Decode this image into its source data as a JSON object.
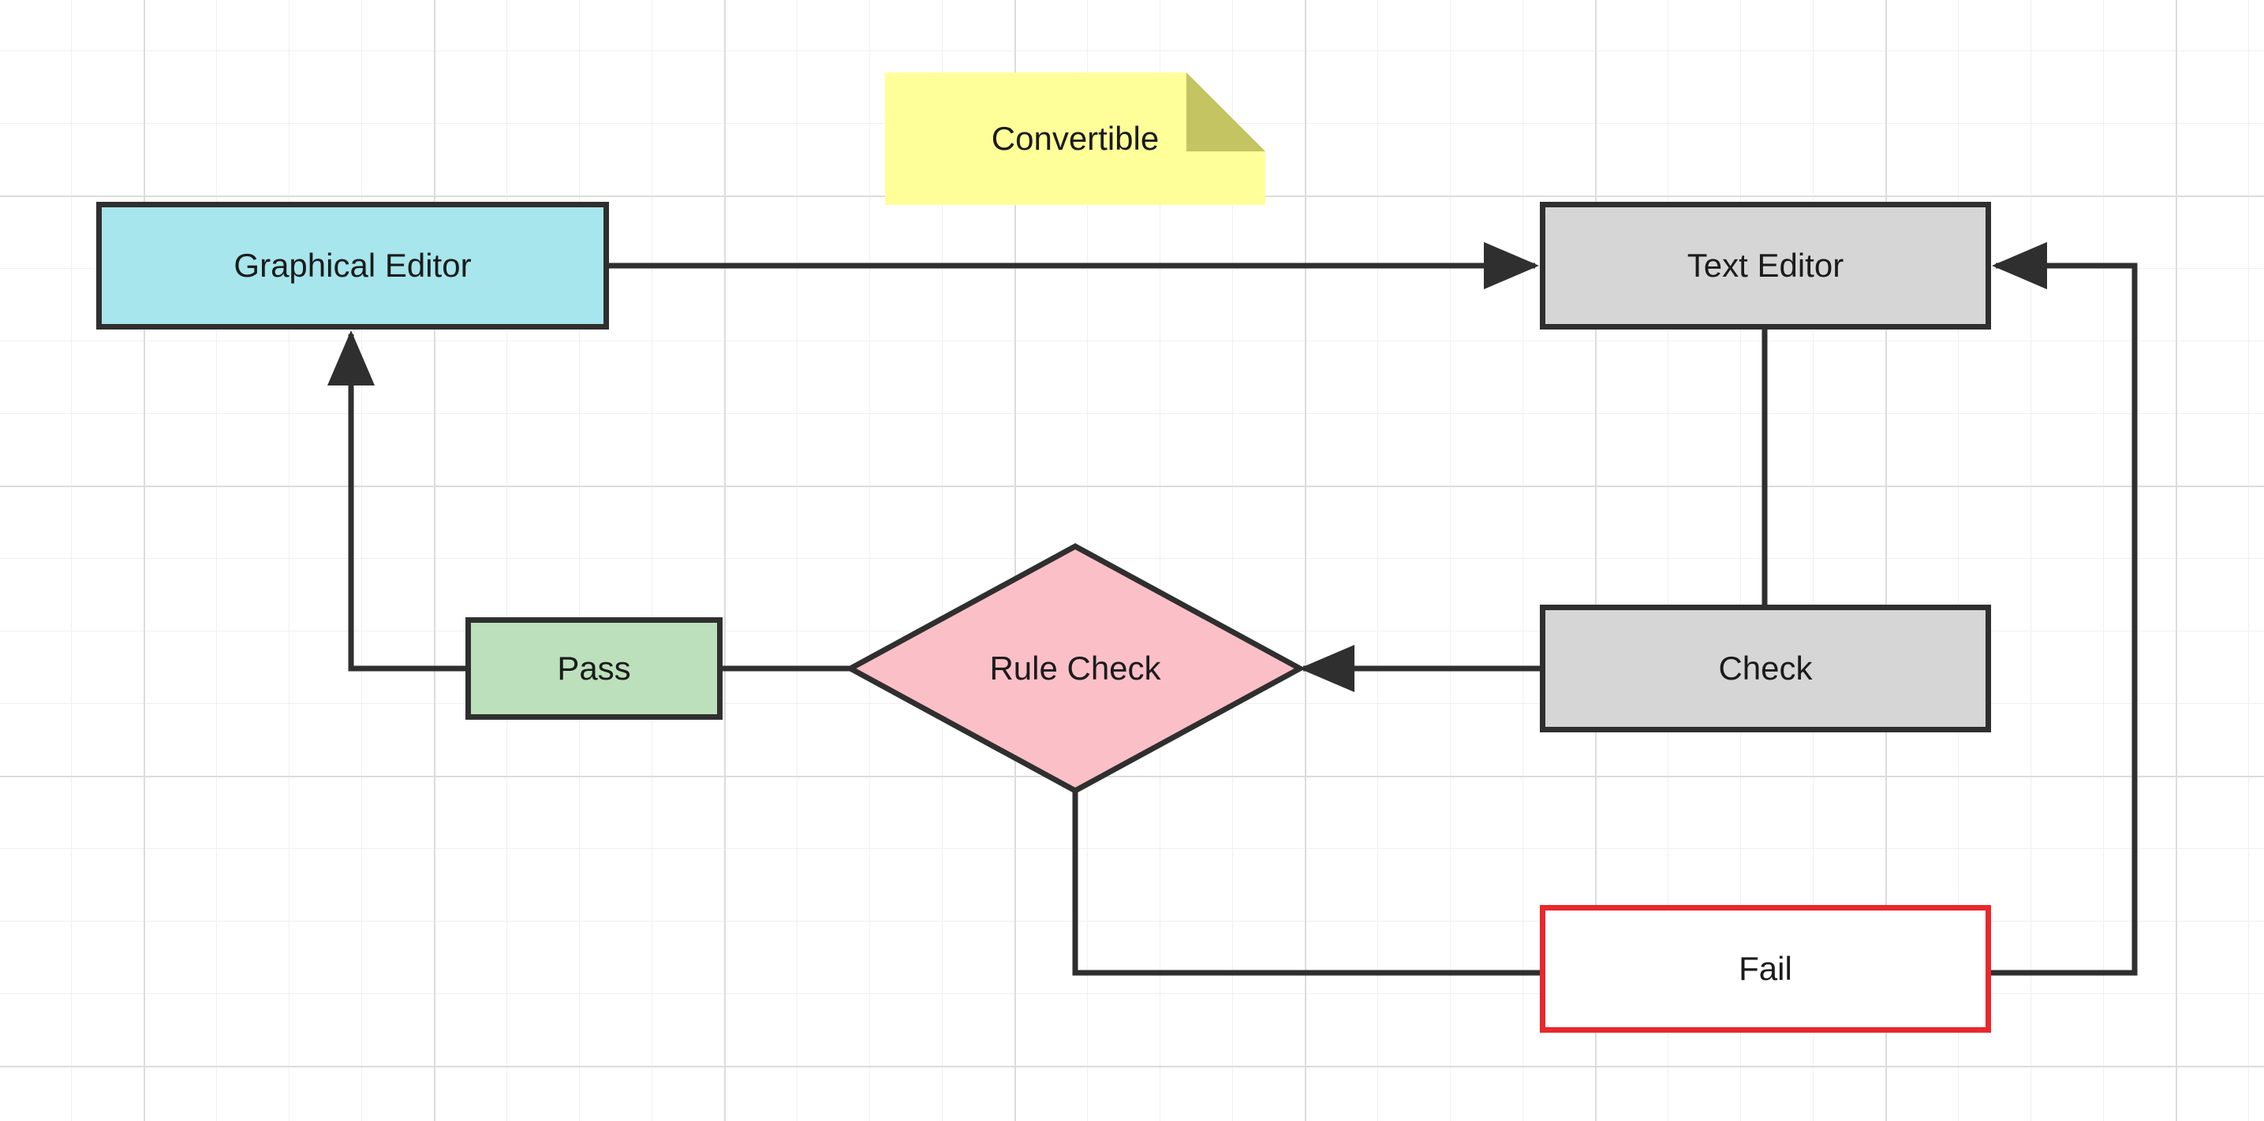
{
  "diagram": {
    "nodes": {
      "graphical_editor": {
        "label": "Graphical Editor",
        "color": "#a6e6ec"
      },
      "text_editor": {
        "label": "Text Editor",
        "color": "#d6d6d6"
      },
      "check": {
        "label": "Check",
        "color": "#d6d6d6"
      },
      "pass": {
        "label": "Pass",
        "color": "#bce0bc"
      },
      "rule_check": {
        "label": "Rule Check",
        "color": "#fbbfc8"
      },
      "fail": {
        "label": "Fail",
        "color": "#ffffff",
        "border_color": "#e8282c"
      },
      "note": {
        "label": "Convertible",
        "color": "#ffff99",
        "fold_color": "#c4c462"
      }
    },
    "edges": [
      {
        "from": "Graphical Editor",
        "to": "Text Editor"
      },
      {
        "from": "Text Editor",
        "to": "Check"
      },
      {
        "from": "Check",
        "to": "Rule Check"
      },
      {
        "from": "Rule Check",
        "to": "Pass"
      },
      {
        "from": "Pass",
        "to": "Graphical Editor"
      },
      {
        "from": "Rule Check",
        "to": "Fail"
      },
      {
        "from": "Fail",
        "to": "Text Editor"
      }
    ],
    "line_color": "#2f2f2f"
  }
}
